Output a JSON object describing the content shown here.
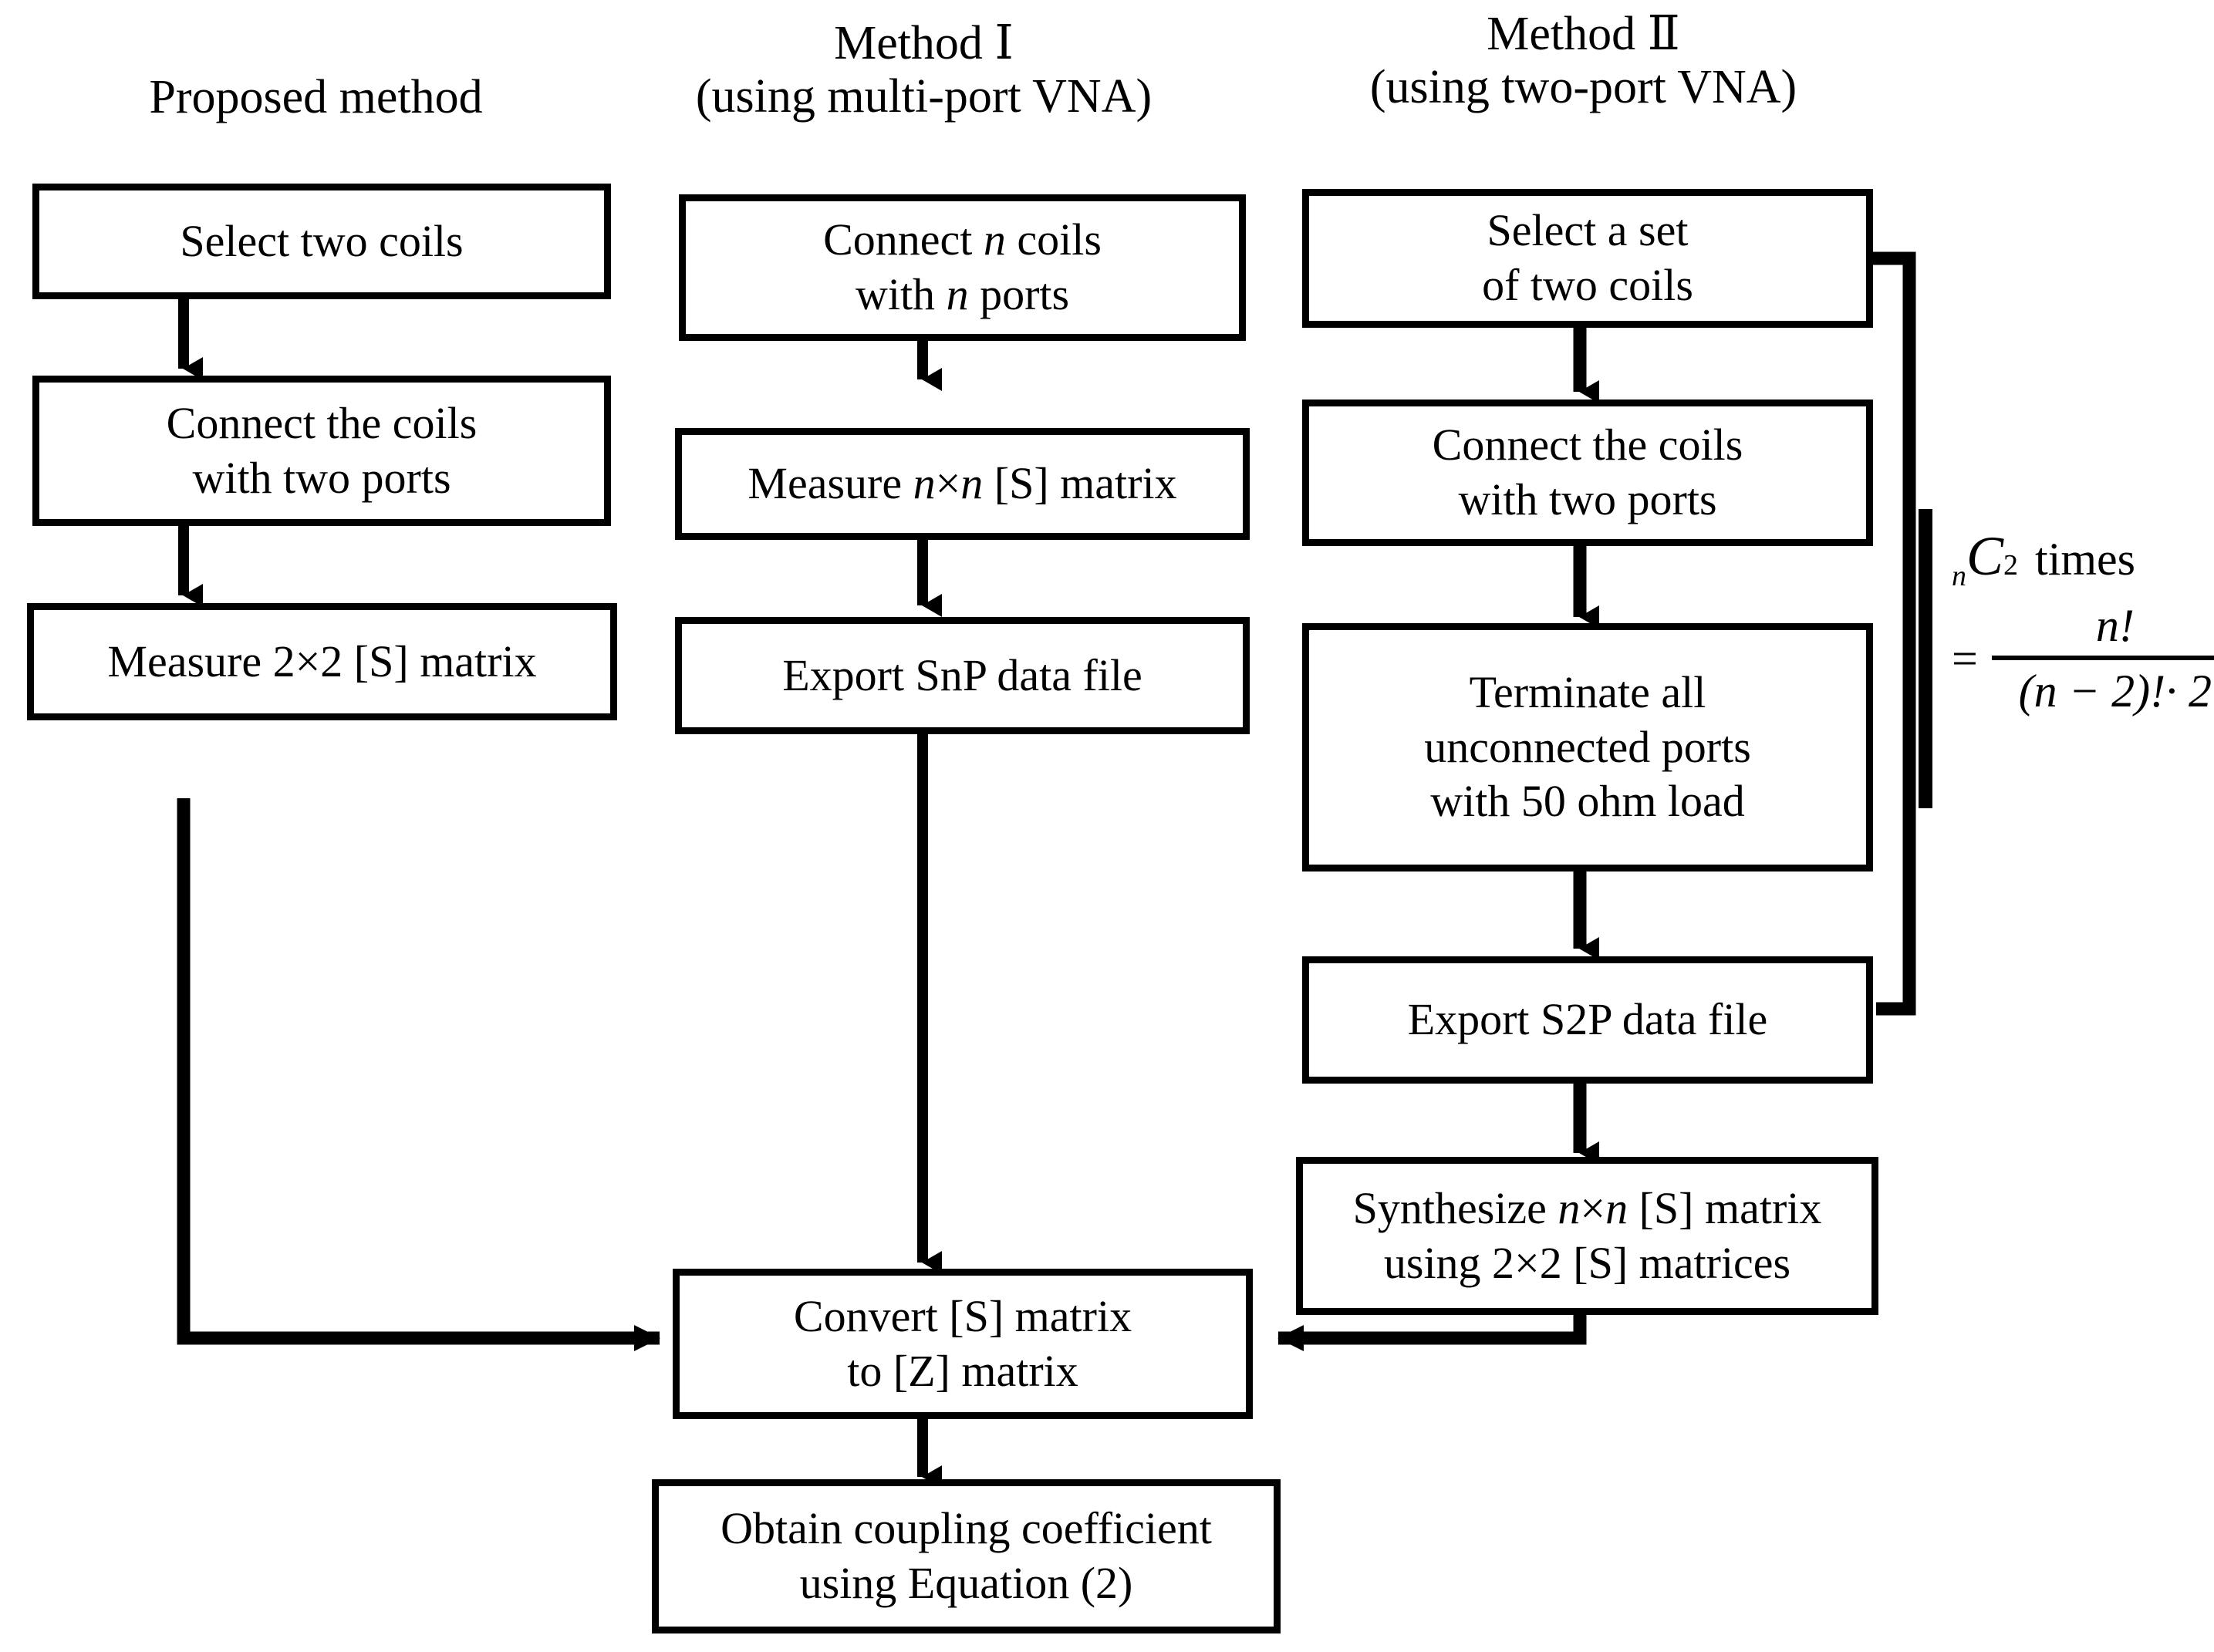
{
  "columns": [
    {
      "id": "proposed",
      "title_lines": [
        "Proposed method"
      ]
    },
    {
      "id": "method1",
      "title_lines": [
        "Method Ⅰ",
        "(using multi-port VNA)"
      ]
    },
    {
      "id": "method2",
      "title_lines": [
        "Method Ⅱ",
        "(using two-port VNA)"
      ]
    }
  ],
  "nodes": {
    "p1": "Select two coils",
    "p2": "Connect the coils\nwith two ports",
    "p3": "Measure 2×2 [S] matrix",
    "m1a": "Connect n coils\nwith n ports",
    "m1b": "Measure n×n [S] matrix",
    "m1c": "Export SnP data file",
    "m2a": "Select a set\nof two coils",
    "m2b": "Connect the coils\nwith two ports",
    "m2c": "Terminate all\nunconnected ports\nwith 50 ohm load",
    "m2d": "Export S2P data file",
    "m2e": "Synthesize n×n [S] matrix\nusing 2×2 [S] matrices",
    "convert": "Convert [S] matrix\nto [Z] matrix",
    "obtain": "Obtain coupling coefficient\nusing Equation (2)"
  },
  "loop_annotation": {
    "prefix_sub": "n",
    "symbol": "C",
    "symbol_sub": "2",
    "word": "times",
    "equals": "=",
    "numerator": "n!",
    "denominator": "(n − 2)!· 2"
  },
  "style": {
    "line_color": "#000000",
    "box_border_color": "#000000",
    "box_fill": "#ffffff",
    "page_background": "#ffffff"
  }
}
